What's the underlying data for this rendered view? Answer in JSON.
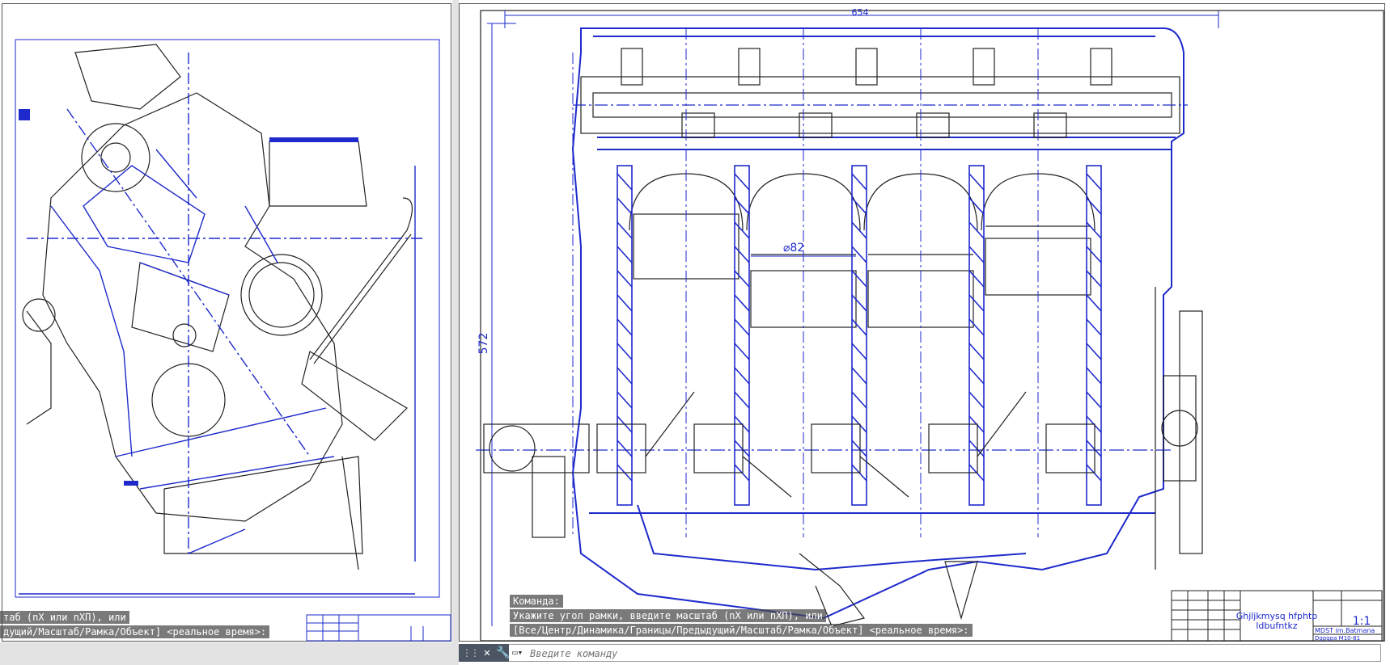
{
  "drawing": {
    "dim_top": "654",
    "dim_left": "572",
    "dim_bore": "⌀82",
    "title_block": {
      "title_line1": "Ghjljkmysq hfphtp",
      "title_line2": "ldbufntkz",
      "scale": "1:1",
      "org": "MDST im.Batmana",
      "code": "Dgpgpa M10-81"
    }
  },
  "left_history": {
    "line1": "таб (nX или nXП), или",
    "line2": "дущий/Масштаб/Рамка/Объект] <реальное время>:"
  },
  "right_history": {
    "line1": "Команда:",
    "line2": "Укажите угол рамки, введите масштаб (nX или nXП), или",
    "line3": "[Все/Центр/Динамика/Границы/Предыдущий/Масштаб/Рамка/Объект] <реальное время>:"
  },
  "command_line": {
    "placeholder": "Введите команду"
  },
  "colors": {
    "accent": "#1e2acb",
    "line": "#222222"
  }
}
